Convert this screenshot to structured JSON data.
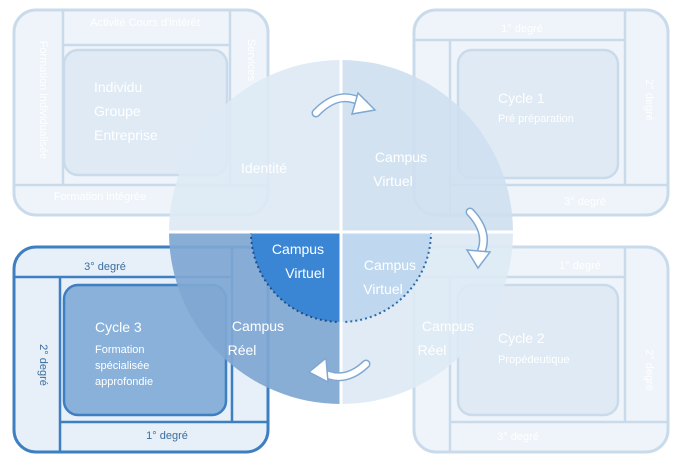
{
  "colors": {
    "faded_frame_stroke": "#c9dbeb",
    "faded_frame_fill": "#eef4fa",
    "faded_inner_fill": "#dfeaf5",
    "faded_text": "#ffffff",
    "active_frame_stroke": "#3d7fc0",
    "active_frame_fill": "#e7eff8",
    "active_inner_fill": "#8ab1d9",
    "circle_light": "#dde9f4",
    "circle_mid": "#cfe0f0",
    "circle_dark": "#7fa7d2",
    "campus_virtuel_dark": "#3a86d4",
    "campus_virtuel_light": "#bfd8f0",
    "arrow_fill": "#ffffff"
  },
  "top_left_frame": {
    "side_text": "Formation individualisée",
    "top_text": "Activité Cours d'intérêt",
    "right_text": "Services",
    "bottom_text": "Formation intégrée",
    "inner_lines": [
      "Individu",
      "Groupe",
      "Entreprise"
    ]
  },
  "top_right_frame": {
    "top_text": "1° degré",
    "side_text": "2° degré",
    "bottom_text": "3° degré",
    "cycle_title": "Cycle 1",
    "cycle_subtitle": "Pré préparation"
  },
  "bottom_left_frame": {
    "top_text": "3° degré",
    "side_text": "2° degré",
    "bottom_text": "1° degré",
    "cycle_title": "Cycle 3",
    "cycle_lines": [
      "Formation",
      "spécialisée",
      "approfondie"
    ]
  },
  "bottom_right_frame": {
    "top_text": "1° degré",
    "side_text": "2° degré",
    "bottom_text": "3° degré",
    "cycle_title": "Cycle 2",
    "cycle_subtitle": "Propédeutique"
  },
  "circle": {
    "identite": "Identité",
    "top_right_label": [
      "Campus",
      "Virtuel"
    ],
    "center_left_label": [
      "Campus",
      "Virtuel"
    ],
    "center_right_label": [
      "Campus",
      "Virtuel"
    ],
    "bottom_left_label": [
      "Campus",
      "Réel"
    ],
    "bottom_right_label": [
      "Campus",
      "Réel"
    ]
  }
}
